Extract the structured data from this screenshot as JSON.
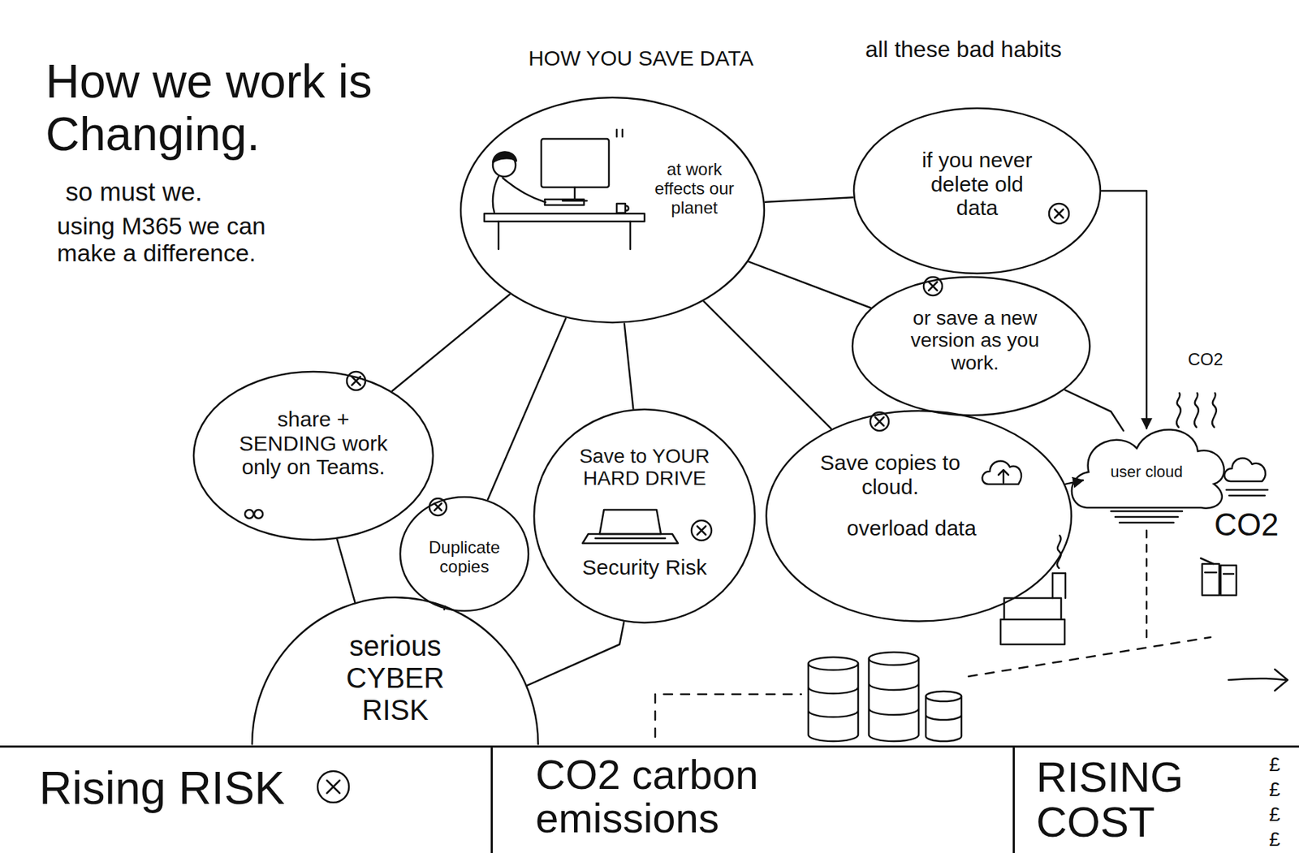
{
  "diagram": {
    "title": "How we work is Changing.",
    "nodes": [
      {
        "text": [
          "HOW YOU SAVE DATA",
          "at work effects our planet"
        ]
      },
      {
        "text": [
          "if you never delete old data"
        ]
      },
      {
        "text": [
          "or save a new version as you work."
        ]
      },
      {
        "text": [
          "share + SENDING work only on Teams."
        ]
      },
      {
        "text": [
          "Duplicate copies"
        ]
      },
      {
        "text": [
          "Save to YOUR HARD DRIVE",
          "Security Risk"
        ]
      },
      {
        "text": [
          "Save copies to cloud.",
          "overload data"
        ]
      },
      {
        "text": [
          "serious CYBER RISK"
        ]
      },
      {
        "text": [
          "Rising RISK"
        ]
      },
      {
        "text": [
          "CO2 carbon emissions"
        ]
      },
      {
        "text": [
          "RISING COST"
        ]
      },
      {
        "text": [
          "user cloud"
        ]
      }
    ],
    "edges": [
      {
        "from": 0,
        "to": 1,
        "arrow": "none"
      },
      {
        "from": 0,
        "to": 2,
        "arrow": "none"
      },
      {
        "from": 0,
        "to": 3,
        "arrow": "none"
      },
      {
        "from": 0,
        "to": 4,
        "arrow": "none"
      },
      {
        "from": 0,
        "to": 5,
        "arrow": "none"
      },
      {
        "from": 0,
        "to": 6,
        "arrow": "none"
      },
      {
        "from": 1,
        "to": 11,
        "arrow": "to"
      },
      {
        "from": 2,
        "to": 11,
        "arrow": "none"
      },
      {
        "from": 6,
        "to": 11,
        "arrow": "to"
      },
      {
        "from": 3,
        "to": 7,
        "arrow": "none"
      },
      {
        "from": 4,
        "to": 7,
        "arrow": "none"
      },
      {
        "from": 5,
        "to": 7,
        "arrow": "none"
      }
    ],
    "labels": [
      "so must we.",
      "using M365 we can make a difference.",
      "all these bad habits",
      "CO2",
      "CO2",
      "£",
      "£",
      "£",
      "£"
    ]
  }
}
